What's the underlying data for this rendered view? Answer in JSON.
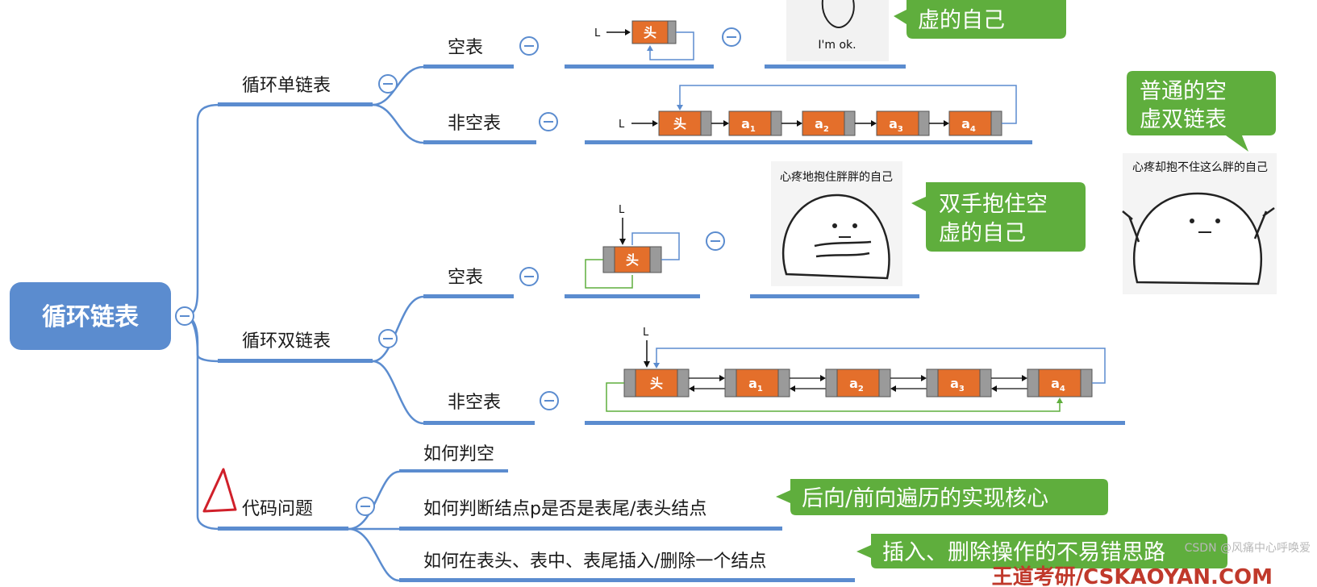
{
  "root": {
    "label": "循环链表"
  },
  "branches": {
    "single": {
      "label": "循环单链表",
      "empty": "空表",
      "nonempty": "非空表"
    },
    "double": {
      "label": "循环双链表",
      "empty": "空表",
      "nonempty": "非空表"
    },
    "code": {
      "label": "代码问题",
      "items": [
        "如何判空",
        "如何判断结点p是否是表尾/表头结点",
        "如何在表头、表中、表尾插入/删除一个结点"
      ]
    }
  },
  "diagram_labels": {
    "head": "头",
    "pointer": "L",
    "nodes": [
      {
        "base": "a",
        "sub": "1"
      },
      {
        "base": "a",
        "sub": "2"
      },
      {
        "base": "a",
        "sub": "3"
      },
      {
        "base": "a",
        "sub": "4"
      }
    ]
  },
  "bubbles": {
    "top_partial": "虚的自己",
    "normal_empty_double": [
      "普通的空",
      "虚双链表"
    ],
    "hug_self": [
      "双手抱住空",
      "虚的自己"
    ],
    "traversal": "后向/前向遍历的实现核心",
    "insert_delete": "插入、删除操作的不易错思路"
  },
  "images": {
    "im_ok_caption": "I'm ok.",
    "hug_caption": "心疼地抱住胖胖的自己",
    "cant_hug_caption": "心疼却抱不住这么胖的自己"
  },
  "watermark": "CSDN @风痛中心呼唤爱",
  "brand": "王道考研/CSKAOYAN.COM",
  "colors": {
    "root_fill": "#5b8ccf",
    "line_blue": "#5b8ccf",
    "bubble_green": "#5fae3d",
    "node_orange": "#e46f2b",
    "node_gray": "#9a9a9a",
    "collapse_icon": "#5b8ccf",
    "annotation_red": "#d0202a"
  }
}
